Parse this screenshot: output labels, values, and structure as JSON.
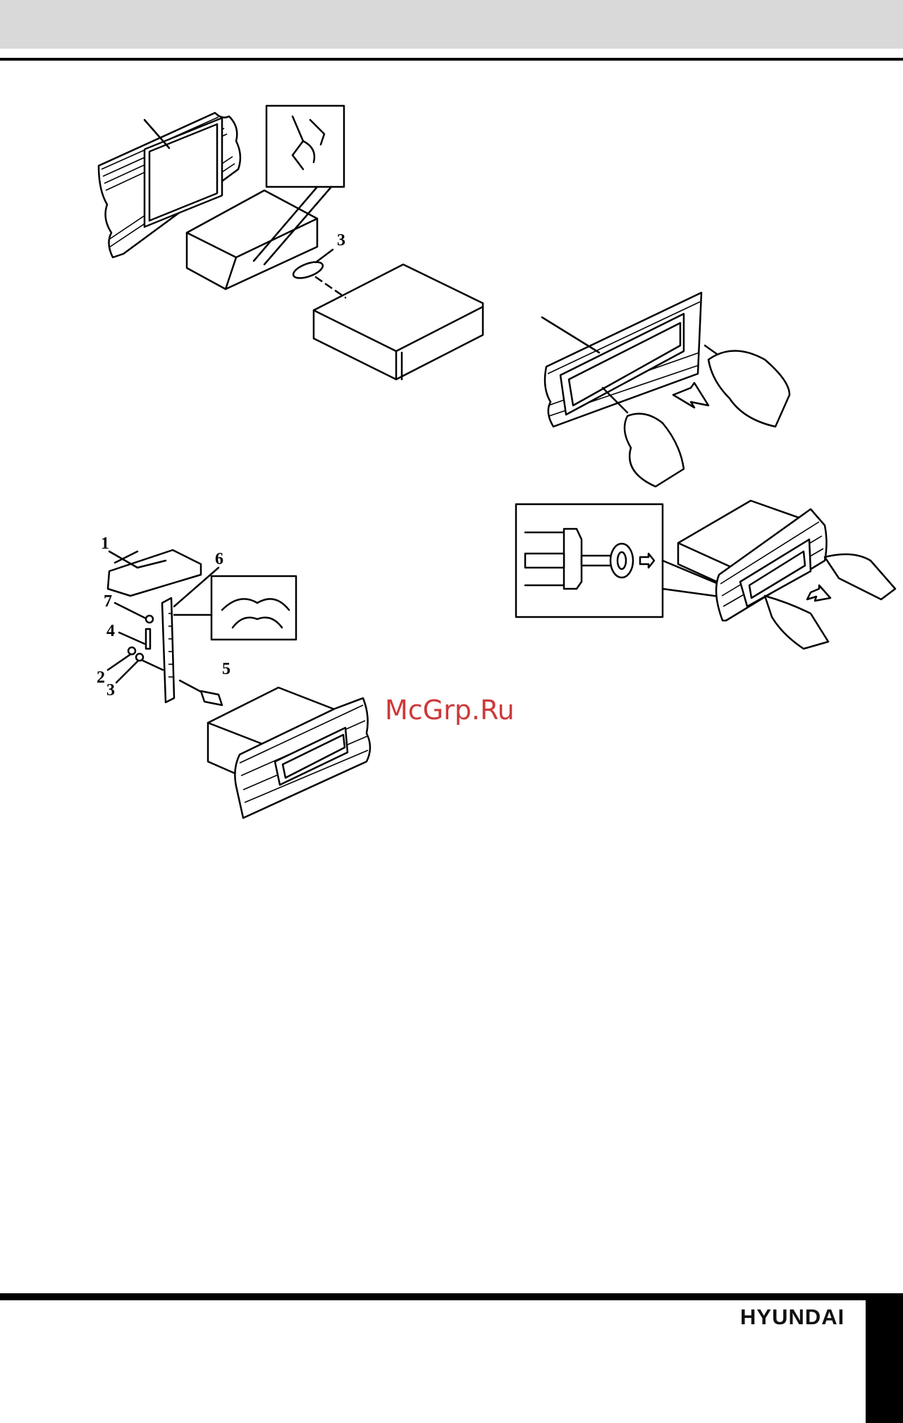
{
  "header": {
    "band_color": "#d9d9d9"
  },
  "figures": {
    "fig_top_left": {
      "callouts": [
        "3"
      ]
    },
    "fig_mid_left": {
      "callouts": [
        "1",
        "6",
        "7",
        "4",
        "2",
        "3",
        "5"
      ]
    }
  },
  "watermark": {
    "text": "McGrp.Ru",
    "color": "#cc3a3a"
  },
  "footer": {
    "brand": "HYUNDAI"
  }
}
